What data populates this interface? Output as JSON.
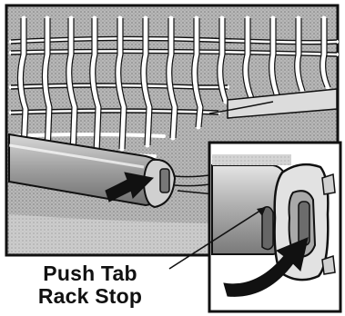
{
  "illustration": {
    "subject": "dishwasher upper rack with rail end and rack stop",
    "colors": {
      "background": "#ffffff",
      "ink": "#111111",
      "shade": "#9a9a9a",
      "shade_light": "#c9c9c9",
      "tub": "#b5b5b5"
    }
  },
  "caption": {
    "line1": "Push Tab",
    "line2": "Rack Stop"
  },
  "icons": [
    "push-arrow-icon",
    "curved-arrow-icon",
    "leader-line"
  ]
}
